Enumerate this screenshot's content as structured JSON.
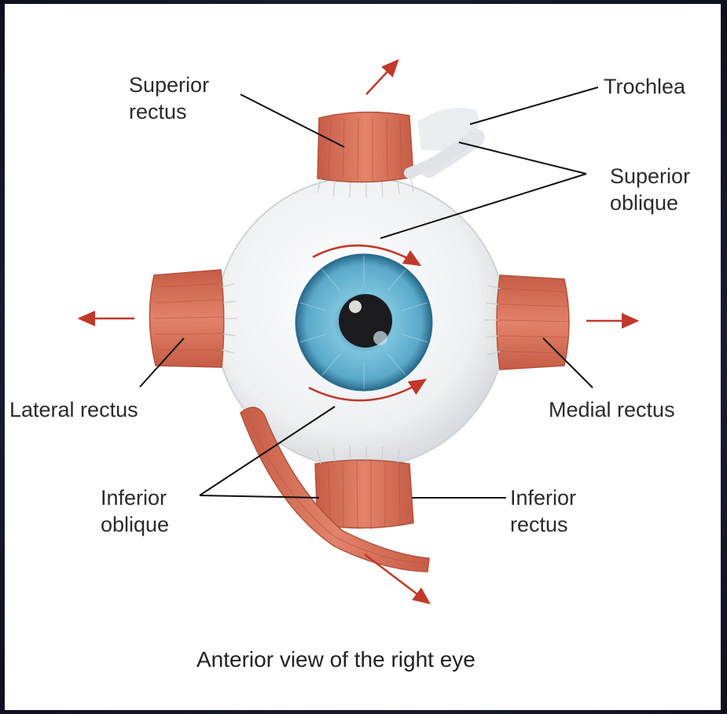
{
  "labels": {
    "superior_rectus": [
      "Superior",
      "rectus"
    ],
    "trochlea": "Trochlea",
    "superior_oblique": [
      "Superior",
      "oblique"
    ],
    "lateral_rectus": "Lateral rectus",
    "medial_rectus": "Medial rectus",
    "inferior_oblique": [
      "Inferior",
      "oblique"
    ],
    "inferior_rectus": [
      "Inferior",
      "rectus"
    ]
  },
  "caption": "Anterior view of the right eye",
  "colors": {
    "muscle": "#d9735a",
    "muscle_dark": "#b4523c",
    "arrow": "#c0392b",
    "iris": "#5aa9c9",
    "sclera": "#f2f3f4",
    "leader_line": "#111111"
  }
}
